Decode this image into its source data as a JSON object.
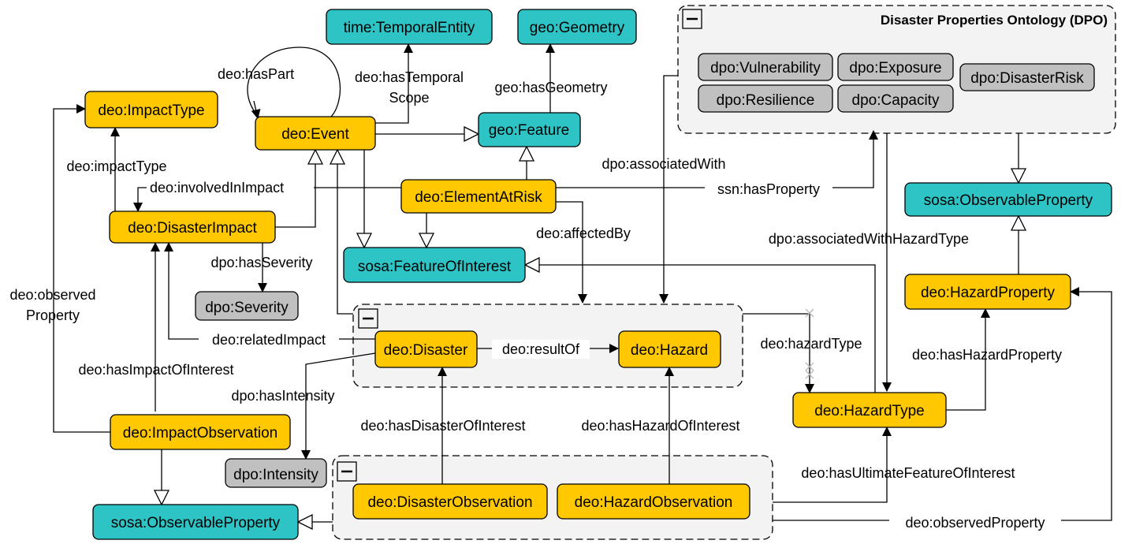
{
  "nodes": {
    "time_temporal_entity": "time:TemporalEntity",
    "geo_geometry": "geo:Geometry",
    "deo_impact_type": "deo:ImpactType",
    "deo_event": "deo:Event",
    "geo_feature": "geo:Feature",
    "deo_element_at_risk": "deo:ElementAtRisk",
    "deo_disaster_impact": "deo:DisasterImpact",
    "sosa_feature_of_interest": "sosa:FeatureOfInterest",
    "dpo_severity": "dpo:Severity",
    "deo_disaster": "deo:Disaster",
    "deo_hazard": "deo:Hazard",
    "deo_hazard_type": "deo:HazardType",
    "deo_hazard_property": "deo:HazardProperty",
    "sosa_observable_property_right": "sosa:ObservableProperty",
    "deo_impact_observation": "deo:ImpactObservation",
    "dpo_intensity": "dpo:Intensity",
    "sosa_observable_property_left": "sosa:ObservableProperty",
    "deo_disaster_observation": "deo:DisasterObservation",
    "deo_hazard_observation": "deo:HazardObservation",
    "dpo_vulnerability": "dpo:Vulnerability",
    "dpo_exposure": "dpo:Exposure",
    "dpo_disaster_risk": "dpo:DisasterRisk",
    "dpo_resilience": "dpo:Resilience",
    "dpo_capacity": "dpo:Capacity"
  },
  "groups": {
    "dpo_title": "Disaster Properties Ontology (DPO)"
  },
  "edges": {
    "has_part": "deo:hasPart",
    "has_temporal_scope_1": "deo:hasTemporal",
    "has_temporal_scope_2": "Scope",
    "has_geometry": "geo:hasGeometry",
    "impact_type": "deo:impactType",
    "involved_in_impact": "deo:involvedInImpact",
    "associated_with": "dpo:associatedWith",
    "has_property": "ssn:hasProperty",
    "affected_by": "deo:affectedBy",
    "has_severity": "dpo:hasSeverity",
    "associated_with_hazard_type": "dpo:associatedWithHazardType",
    "observed_property_left_1": "deo:observed",
    "observed_property_left_2": "Property",
    "related_impact": "deo:relatedImpact",
    "result_of": "deo:resultOf",
    "hazard_type": "deo:hazardType",
    "has_hazard_property": "deo:hasHazardProperty",
    "has_impact_of_interest": "deo:hasImpactOfInterest",
    "has_intensity": "dpo:hasIntensity",
    "has_disaster_of_interest": "deo:hasDisasterOfInterest",
    "has_hazard_of_interest": "deo:hasHazardOfInterest",
    "has_ultimate_foi": "deo:hasUltimateFeatureOfInterest",
    "observed_property_bottom": "deo:observedProperty"
  }
}
